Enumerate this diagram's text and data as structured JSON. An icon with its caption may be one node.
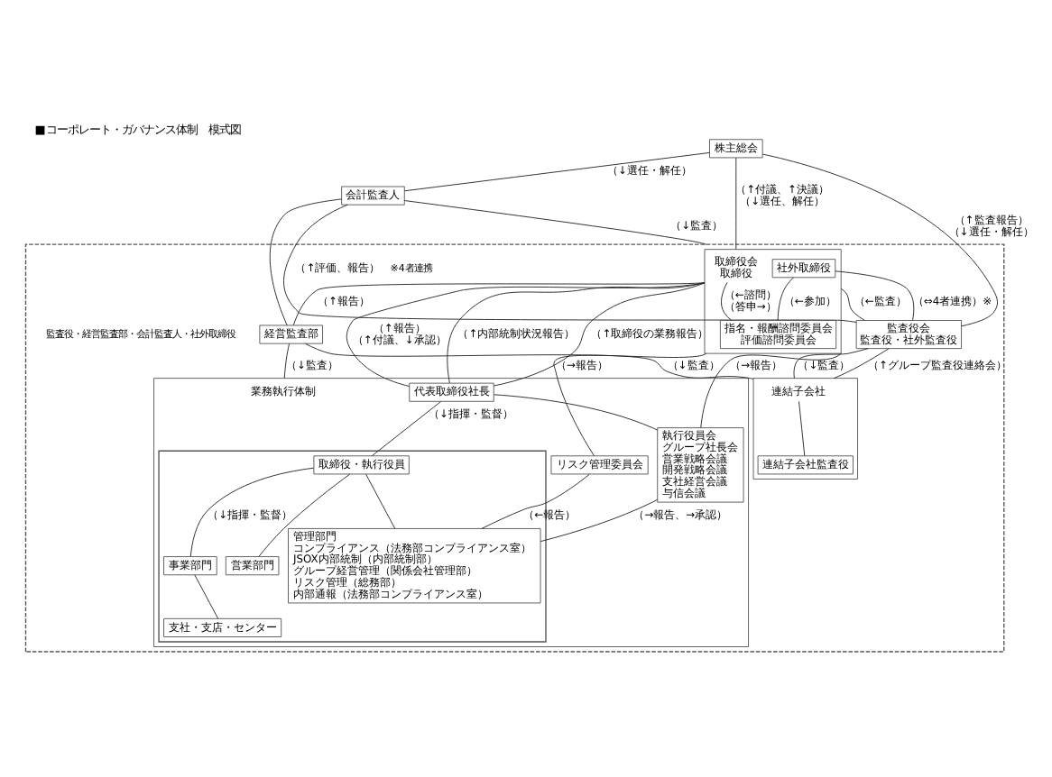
{
  "diagram": {
    "title": "■コーポレート・ガバナンス体制　模式図",
    "nodes": [
      {
        "text": [
          "株主総会"
        ]
      },
      {
        "text": [
          "会計監査人"
        ]
      },
      {
        "text": [],
        "shape": "box"
      },
      {
        "text": [
          "取締役会",
          "取締役"
        ],
        "in": 2
      },
      {
        "text": [
          "指名・報酬諮問委員会",
          "評価諮問委員会"
        ],
        "in": 3
      },
      {
        "text": [
          "社外取締役"
        ],
        "in": 3
      },
      {
        "text": [
          "監査役会",
          "監査役・社外監査役"
        ],
        "in": 2
      },
      {
        "text": [
          "経営監査部"
        ],
        "in": 2
      },
      {
        "text": [
          "業務執行体制"
        ],
        "in": 2
      },
      {
        "text": [
          "代表取締役社長"
        ],
        "in": 8
      },
      {
        "text": [
          "執行役員会",
          "グループ社長会",
          "営業戦略会議",
          "開発戦略会議",
          "支社経営会議",
          "与信会議"
        ],
        "in": 8
      },
      {
        "text": [],
        "shape": "box",
        "in": 8
      },
      {
        "text": [
          "取締役・執行役員"
        ],
        "in": 11
      },
      {
        "text": [
          "事業部門"
        ],
        "in": 11
      },
      {
        "text": [
          "支社・支店・センター"
        ],
        "in": 11
      },
      {
        "text": [
          "営業部門"
        ],
        "in": 11
      },
      {
        "text": [
          "管理部門",
          "コンプライアンス（法務部コンプライアンス室）",
          "JSOX内部統制（内部統制部）",
          "グループ経営管理（関係会社管理部）",
          "リスク管理（総務部）",
          "内部通報（法務部コンプライアンス室）"
        ],
        "in": 11
      },
      {
        "text": [
          "リスク管理委員会"
        ],
        "in": 8
      },
      {
        "text": [
          "連結子会社"
        ],
        "in": 2
      },
      {
        "text": [
          "連結子会社監査役"
        ],
        "in": 18
      }
    ],
    "edges": [
      {
        "from": 0,
        "to": 3,
        "arrow": "none",
        "label": "（↑付議、↑決議）（↓選任、解任）"
      },
      {
        "from": 0,
        "to": 6,
        "arrow": "none",
        "label": "（↑監査報告）（↓選任・解任）"
      },
      {
        "from": 0,
        "to": 1,
        "arrow": "none",
        "label": "（↓選任・解任）"
      },
      {
        "from": 1,
        "to": 7,
        "arrow": "none"
      },
      {
        "from": 1,
        "to": 6,
        "arrow": "none",
        "label": "（↑評価、報告）"
      },
      {
        "from": 1,
        "to": 2,
        "arrow": "none",
        "label": "（↓監査）"
      },
      {
        "from": 3,
        "to": 4,
        "arrow": "none",
        "label": "（←諮問）（答申→）"
      },
      {
        "from": 5,
        "to": 4,
        "arrow": "none",
        "label": "（←参加）"
      },
      {
        "from": 3,
        "to": 6,
        "arrow": "none",
        "label": "（←監査）"
      },
      {
        "from": 5,
        "to": 6,
        "arrow": "none",
        "label": "（⇔4者連携）※"
      },
      {
        "from": 3,
        "to": 7,
        "arrow": "none",
        "label": "（↑報告）"
      },
      {
        "from": 3,
        "to": 9,
        "arrow": "none",
        "label": "（↑内部統制状況報告）"
      },
      {
        "from": 3,
        "to": 9,
        "arrow": "none",
        "label": "（↑取締役の業務報告）"
      },
      {
        "from": 3,
        "to": 9,
        "arrow": "none",
        "label": "（↑報告）（↑付議、↓承認）"
      },
      {
        "from": 3,
        "to": 17,
        "arrow": "none",
        "label": "（→報告）"
      },
      {
        "from": 3,
        "to": 10,
        "arrow": "none",
        "label": "（→報告）"
      },
      {
        "from": 7,
        "to": 8,
        "arrow": "none",
        "label": "（↓監査）"
      },
      {
        "from": 7,
        "to": 18,
        "arrow": "none",
        "label": "（↓監査）"
      },
      {
        "from": 6,
        "to": 18,
        "arrow": "none",
        "label": "（↓監査）"
      },
      {
        "from": 6,
        "to": 18,
        "arrow": "none",
        "label": "（↑グループ監査役連絡会）"
      },
      {
        "from": 9,
        "to": 10,
        "arrow": "none"
      },
      {
        "from": 9,
        "to": 12,
        "arrow": "none",
        "label": "（↓指揮・監督）"
      },
      {
        "from": 12,
        "to": 13,
        "arrow": "none",
        "label": "（↓指揮・監督）"
      },
      {
        "from": 13,
        "to": 14,
        "arrow": "none"
      },
      {
        "from": 12,
        "to": 15,
        "arrow": "none"
      },
      {
        "from": 12,
        "to": 16,
        "arrow": "none"
      },
      {
        "from": 10,
        "to": 16,
        "arrow": "none",
        "label": "（→報告、→承認）"
      },
      {
        "from": 17,
        "to": 16,
        "arrow": "none",
        "label": "（←報告）"
      },
      {
        "from": 18,
        "to": 19,
        "arrow": "none"
      }
    ],
    "labels": [
      "※4者連携",
      "監査役・経営監査部・会計監査人・社外取締役"
    ]
  }
}
